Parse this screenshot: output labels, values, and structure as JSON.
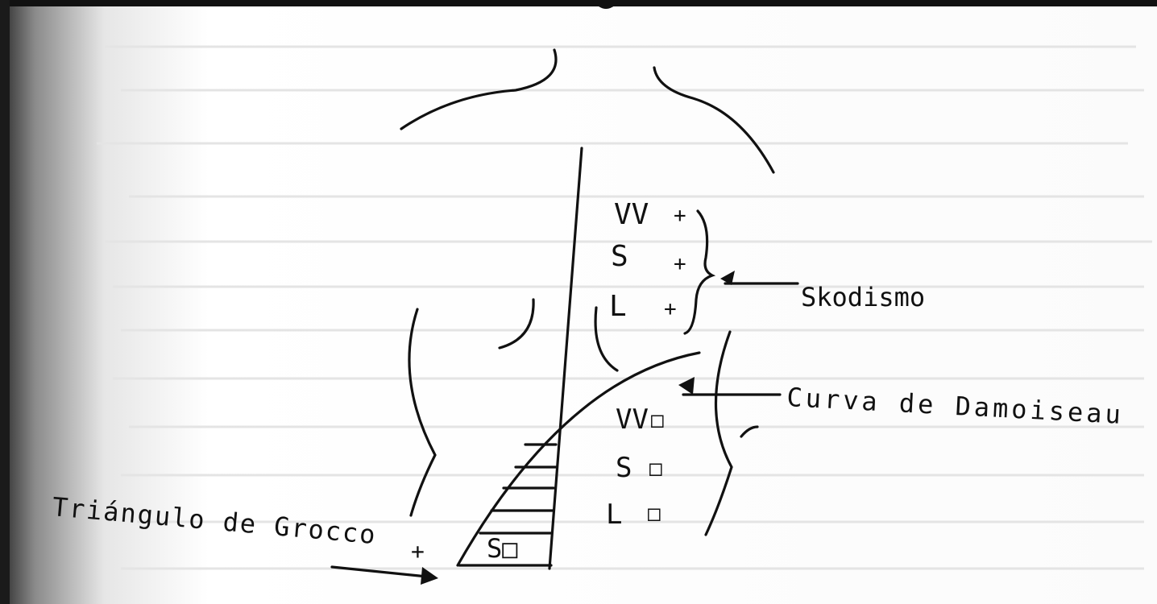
{
  "diagram": {
    "labels": {
      "skodismo": "Skodismo",
      "curva": "Curva de Damoiseau",
      "triangulo": "Triángulo de Grocco",
      "triangulo_sign": "+"
    },
    "upper_signs": [
      {
        "letter": "VV",
        "sign": "+"
      },
      {
        "letter": "S",
        "sign": "+"
      },
      {
        "letter": "L",
        "sign": "+"
      }
    ],
    "lower_signs": [
      {
        "letter": "VV",
        "sign": "□"
      },
      {
        "letter": "S",
        "sign": "□"
      },
      {
        "letter": "L",
        "sign": "□"
      }
    ],
    "triangle_sign": "S□"
  },
  "colors": {
    "ink": "#111111",
    "paper": "#ffffff",
    "ghost_text": "#d9d9d9"
  }
}
